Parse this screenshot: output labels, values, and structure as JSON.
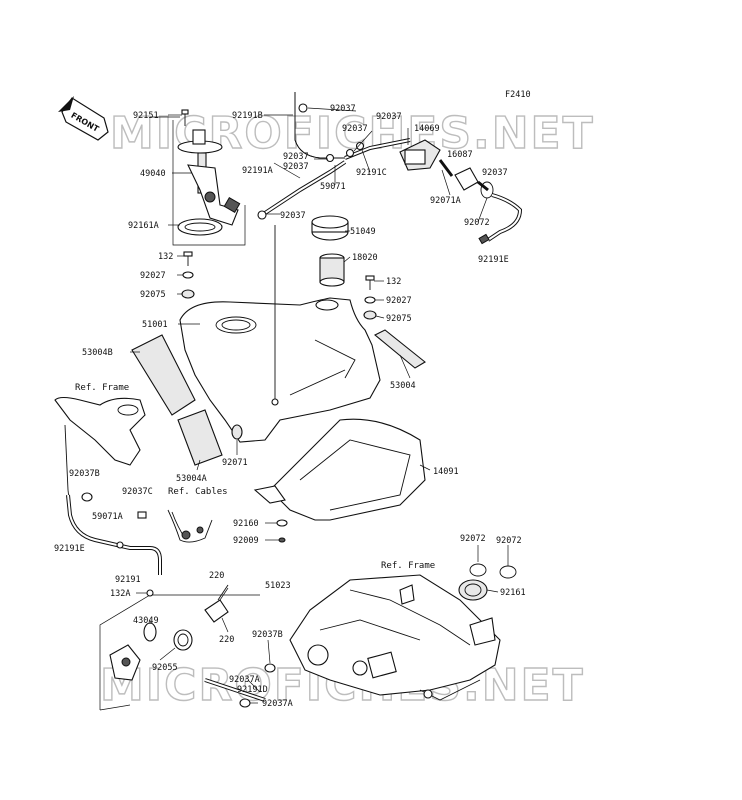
{
  "figure_code": "F2410",
  "front_label": "FRONT",
  "watermarks": [
    "MICROFICHES.NET",
    "MICROFICHES.NET"
  ],
  "part_labels": [
    {
      "id": "p92151",
      "text": "92151"
    },
    {
      "id": "p92191b",
      "text": "92191B"
    },
    {
      "id": "p92037a1",
      "text": "92037"
    },
    {
      "id": "p92037a2",
      "text": "92037"
    },
    {
      "id": "p92037a3",
      "text": "92037"
    },
    {
      "id": "p14069",
      "text": "14069"
    },
    {
      "id": "p92037a4",
      "text": "92037"
    },
    {
      "id": "p92037a5",
      "text": "92037"
    },
    {
      "id": "p59071",
      "text": "59071"
    },
    {
      "id": "p92191c",
      "text": "92191C"
    },
    {
      "id": "p16087",
      "text": "16087"
    },
    {
      "id": "p92037a6",
      "text": "92037"
    },
    {
      "id": "p49040",
      "text": "49040"
    },
    {
      "id": "p92191a",
      "text": "92191A"
    },
    {
      "id": "p92071a",
      "text": "92071A"
    },
    {
      "id": "p92037a7",
      "text": "92037"
    },
    {
      "id": "p92072a",
      "text": "92072"
    },
    {
      "id": "p92161a",
      "text": "92161A"
    },
    {
      "id": "p51049",
      "text": "51049"
    },
    {
      "id": "p92191e_top",
      "text": "92191E"
    },
    {
      "id": "p18020",
      "text": "18020"
    },
    {
      "id": "p132a",
      "text": "132"
    },
    {
      "id": "p92027a",
      "text": "92027"
    },
    {
      "id": "p92075a",
      "text": "92075"
    },
    {
      "id": "p132b",
      "text": "132"
    },
    {
      "id": "p92027b",
      "text": "92027"
    },
    {
      "id": "p92075b",
      "text": "92075"
    },
    {
      "id": "p51001",
      "text": "51001"
    },
    {
      "id": "p53004b",
      "text": "53004B"
    },
    {
      "id": "p53004",
      "text": "53004"
    },
    {
      "id": "p92071",
      "text": "92071"
    },
    {
      "id": "p53004a",
      "text": "53004A"
    },
    {
      "id": "p14091",
      "text": "14091"
    },
    {
      "id": "p92037b_l",
      "text": "92037B"
    },
    {
      "id": "p92037c",
      "text": "92037C"
    },
    {
      "id": "p59071a",
      "text": "59071A"
    },
    {
      "id": "p92191e_l",
      "text": "92191E"
    },
    {
      "id": "p92160",
      "text": "92160"
    },
    {
      "id": "p92009",
      "text": "92009"
    },
    {
      "id": "p92072b",
      "text": "92072"
    },
    {
      "id": "p92072c",
      "text": "92072"
    },
    {
      "id": "p92161b",
      "text": "92161"
    },
    {
      "id": "p92191",
      "text": "92191"
    },
    {
      "id": "p220a",
      "text": "220"
    },
    {
      "id": "p51023",
      "text": "51023"
    },
    {
      "id": "p132aa",
      "text": "132A"
    },
    {
      "id": "p43049",
      "text": "43049"
    },
    {
      "id": "p220b",
      "text": "220"
    },
    {
      "id": "p92055",
      "text": "92055"
    },
    {
      "id": "p92037b_b",
      "text": "92037B"
    },
    {
      "id": "p92037aa1",
      "text": "92037A"
    },
    {
      "id": "p92191d",
      "text": "92191D"
    },
    {
      "id": "p92037aa2",
      "text": "92037A"
    }
  ],
  "ref_labels": [
    {
      "id": "ref_frame_left",
      "text": "Ref. Frame"
    },
    {
      "id": "ref_cables",
      "text": "Ref. Cables"
    },
    {
      "id": "ref_frame_right",
      "text": "Ref. Frame"
    }
  ]
}
